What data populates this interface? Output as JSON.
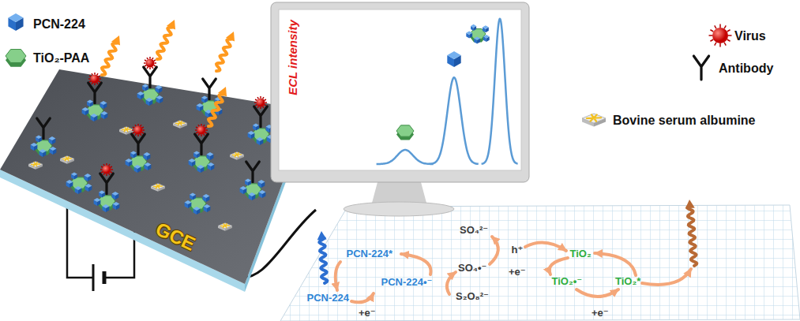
{
  "diagram": {
    "nodes": [
      {
        "text": [
          "GCE"
        ]
      },
      {
        "text": [
          "ECL intensity"
        ]
      },
      {
        "text": [
          "PCN-224*",
          "SO₄²⁻",
          "h⁺",
          "TiO₂",
          "PCN-224•⁻",
          "SO₄•⁻",
          "TiO₂•⁻",
          "TiO₂*",
          "PCN-224",
          "S₂O₈²⁻",
          "+e⁻",
          "+e⁻",
          "+e⁻"
        ]
      }
    ],
    "legend": [
      {
        "text": "PCN-224"
      },
      {
        "text": "TiO₂-PAA"
      },
      {
        "text": "Virus"
      },
      {
        "text": "Antibody"
      },
      {
        "text": "Bovine serum albumine"
      }
    ]
  }
}
